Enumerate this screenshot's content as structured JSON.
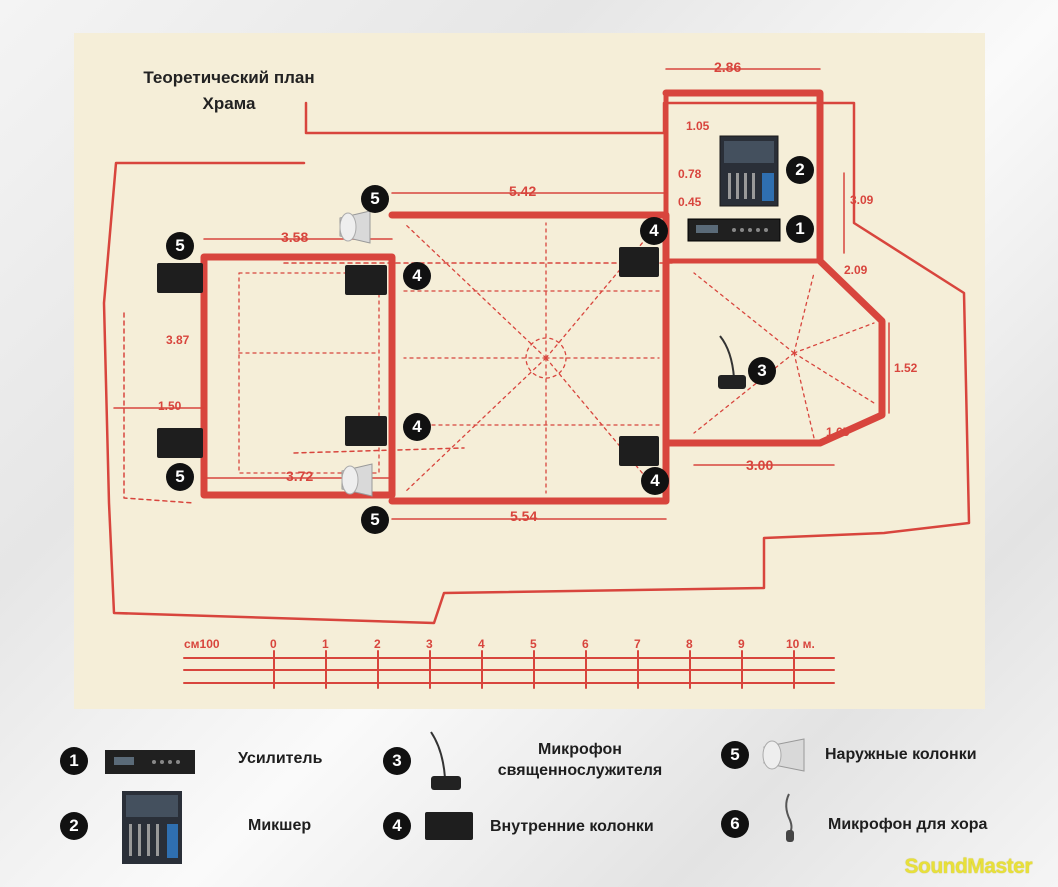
{
  "plan": {
    "title_line1": "Теоретический план",
    "title_line2": "Храма"
  },
  "dimensions": {
    "d286": "2.86",
    "d542": "5.42",
    "d358": "3.58",
    "d372": "3.72",
    "d554": "5.54",
    "d300": "3.00",
    "d165": "1.65",
    "d152": "1.52",
    "d209": "2.09",
    "d309": "3.09",
    "d078": "0.78",
    "d045": "0.45",
    "d105": "1.05",
    "d150": "1.50",
    "d387": "3.87"
  },
  "scale": {
    "prefix": "см100",
    "ticks": [
      "0",
      "1",
      "2",
      "3",
      "4",
      "5",
      "6",
      "7",
      "8",
      "9",
      "10 м."
    ]
  },
  "badges": {
    "one": "1",
    "two": "2",
    "three": "3",
    "four": "4",
    "five": "5",
    "six": "6"
  },
  "legend": {
    "amplifier": "Усилитель",
    "mixer": "Микшер",
    "priest_mic_line1": "Микрофон",
    "priest_mic_line2": "священнослужителя",
    "indoor_speakers": "Внутренние колонки",
    "outdoor_speakers": "Наружные колонки",
    "choir_mic": "Микрофон для хора"
  },
  "brand": "SoundMaster",
  "colors": {
    "panel": "#f5eed8",
    "wall": "#d8453d",
    "badge": "#111111",
    "brand": "#e8e03a"
  }
}
